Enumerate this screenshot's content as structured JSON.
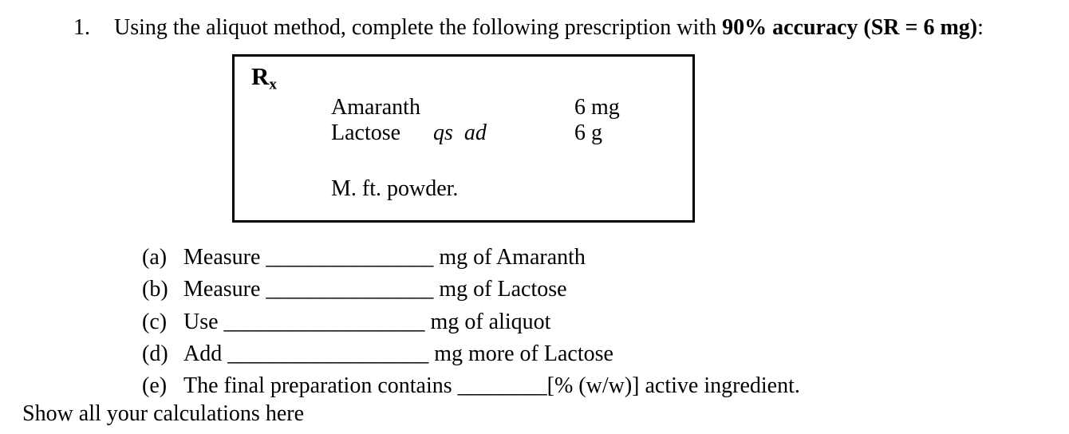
{
  "colors": {
    "background": "#ffffff",
    "text": "#000000",
    "box_border": "#000000"
  },
  "question": {
    "number": "1.",
    "lead": "Using the aliquot method, complete the following prescription with ",
    "emphasis": "90% accuracy (SR = 6 mg)",
    "tail": ":"
  },
  "prescription": {
    "symbol": "R",
    "symbol_subscript": "x",
    "lines": [
      {
        "name": "Amaranth",
        "qualifier": "",
        "amount": "6 mg"
      },
      {
        "name": "Lactose",
        "qualifier": "qs  ad",
        "amount": "6 g"
      }
    ],
    "instruction": "M. ft. powder."
  },
  "answers": {
    "items": [
      {
        "label": "(a)",
        "prefix": "Measure ",
        "blank": "_______________",
        "suffix": " mg of Amaranth"
      },
      {
        "label": "(b)",
        "prefix": "Measure ",
        "blank": "_______________",
        "suffix": " mg of Lactose"
      },
      {
        "label": "(c)",
        "prefix": "Use ",
        "blank": "__________________",
        "suffix": " mg of aliquot"
      },
      {
        "label": "(d)",
        "prefix": "Add ",
        "blank": "__________________",
        "suffix": " mg more of Lactose"
      },
      {
        "label": "(e)",
        "prefix": "The final preparation contains ",
        "blank": "________",
        "suffix": "[% (w/w)] active ingredient."
      }
    ]
  },
  "footer": {
    "prompt": "Show all your calculations here"
  }
}
